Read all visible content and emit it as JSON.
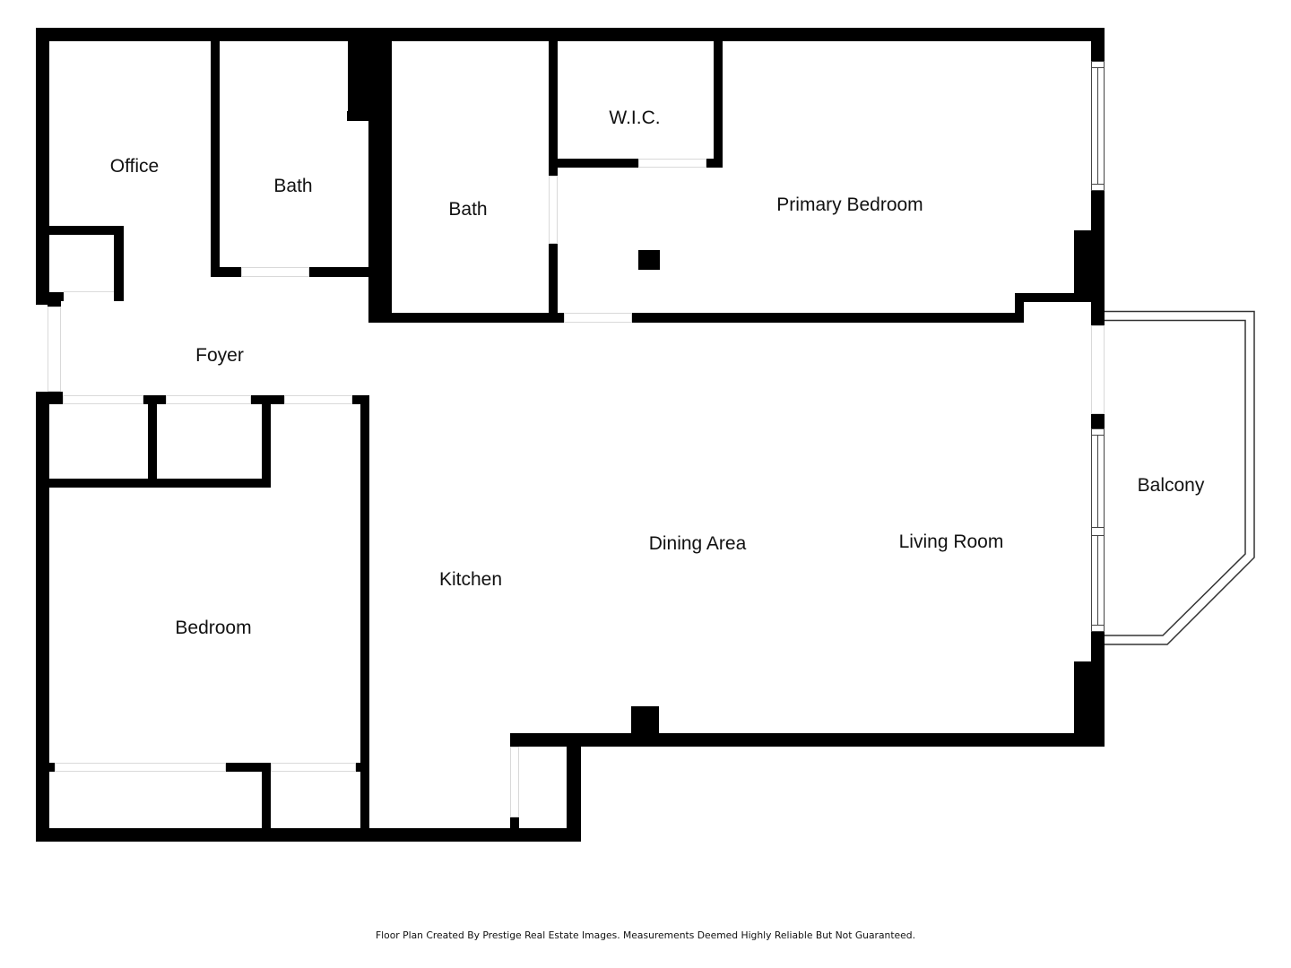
{
  "floor_plan": {
    "rooms": [
      {
        "label": "Office"
      },
      {
        "label": "Bath"
      },
      {
        "label": "Bath"
      },
      {
        "label": "W.I.C."
      },
      {
        "label": "Primary Bedroom"
      },
      {
        "label": "Foyer"
      },
      {
        "label": "Balcony"
      },
      {
        "label": "Living Room"
      },
      {
        "label": "Dining Area"
      },
      {
        "label": "Kitchen"
      },
      {
        "label": "Bedroom"
      }
    ],
    "footer": "Floor Plan Created By Prestige Real Estate Images. Measurements Deemed Highly Reliable But Not Guaranteed.",
    "colors": {
      "wall": "#000000",
      "background": "#ffffff",
      "opening": "#d9d9d9",
      "window_frame": "#444444",
      "balcony_rail": "#333333",
      "label_text": "#111111"
    }
  }
}
